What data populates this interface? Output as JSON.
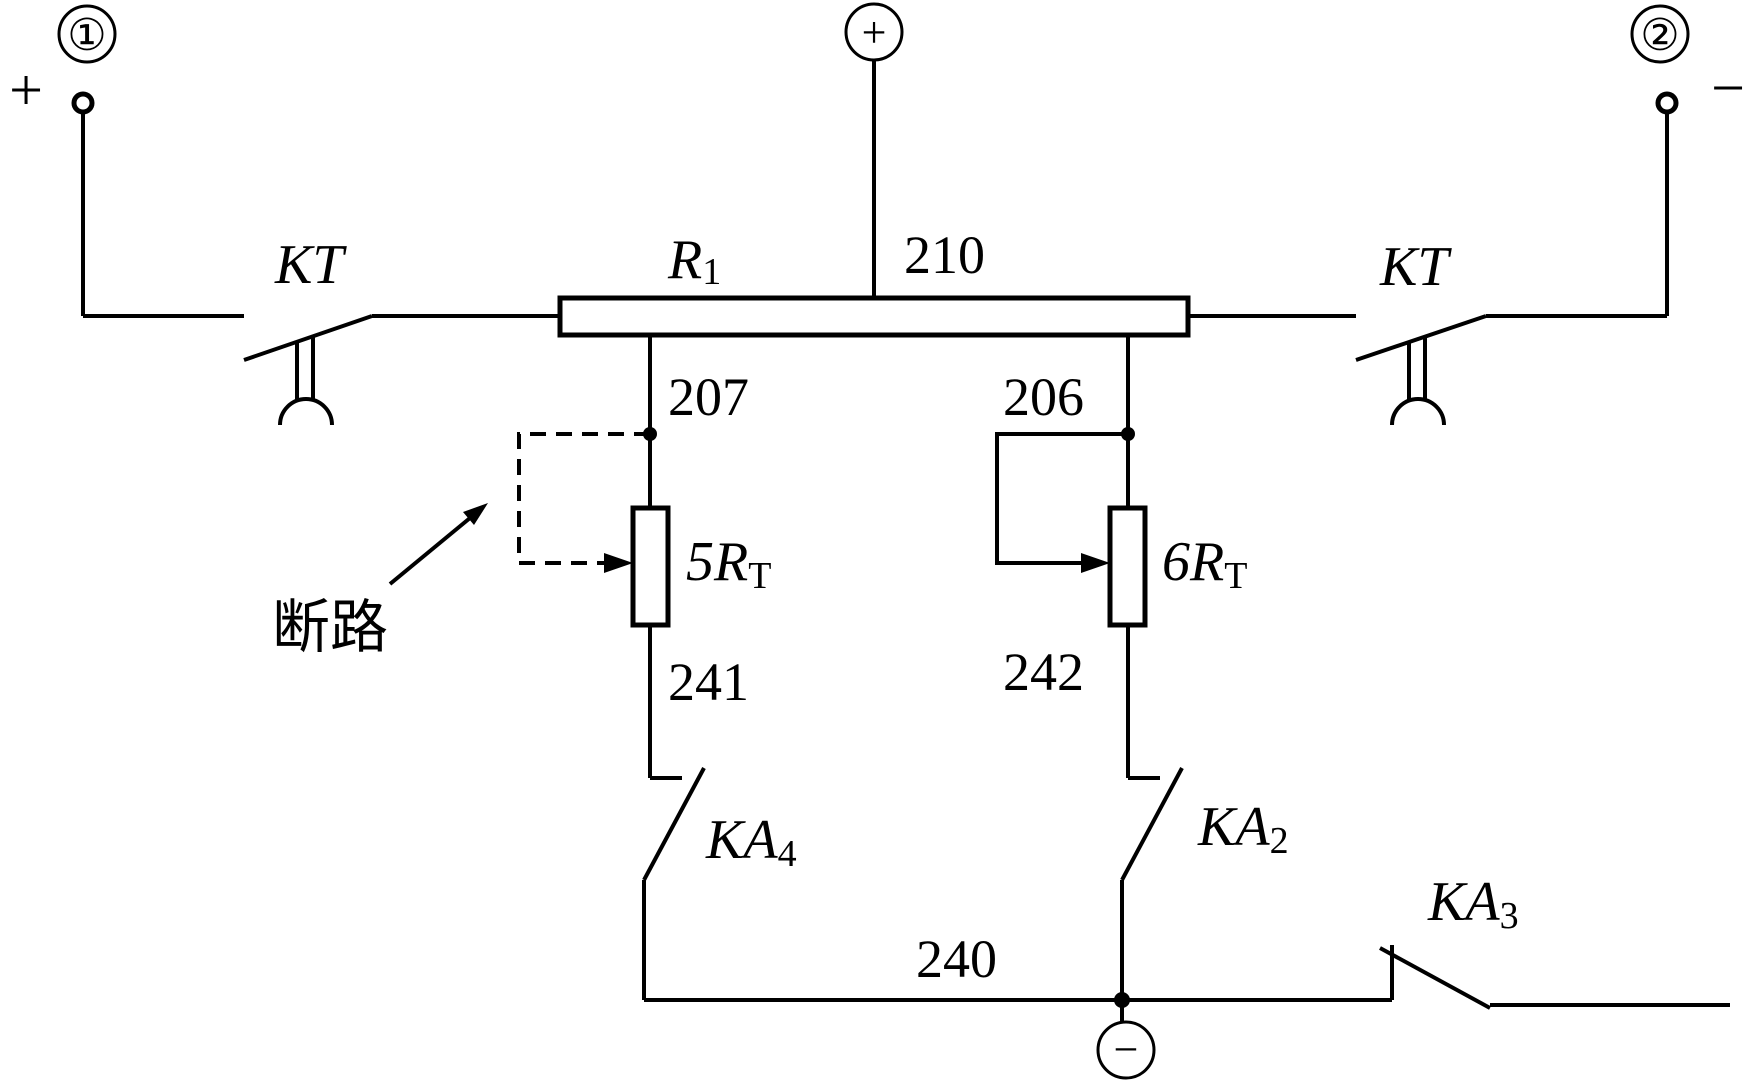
{
  "terminals": {
    "t1": {
      "number": "①",
      "polarity": "+"
    },
    "t2": {
      "number": "②",
      "polarity": "−"
    },
    "top": "+",
    "bottom": "−"
  },
  "components": {
    "kt_left": "KT",
    "kt_right": "KT",
    "r1": {
      "main": "R",
      "sub": "1"
    },
    "r5t": {
      "main": "5R",
      "sub": "T"
    },
    "r6t": {
      "main": "6R",
      "sub": "T"
    },
    "ka4": {
      "main": "KA",
      "sub": "4"
    },
    "ka2": {
      "main": "KA",
      "sub": "2"
    },
    "ka3": {
      "main": "KA",
      "sub": "3"
    }
  },
  "nodes": {
    "n210": "210",
    "n207": "207",
    "n206": "206",
    "n241": "241",
    "n242": "242",
    "n240": "240"
  },
  "annotation": "断路"
}
